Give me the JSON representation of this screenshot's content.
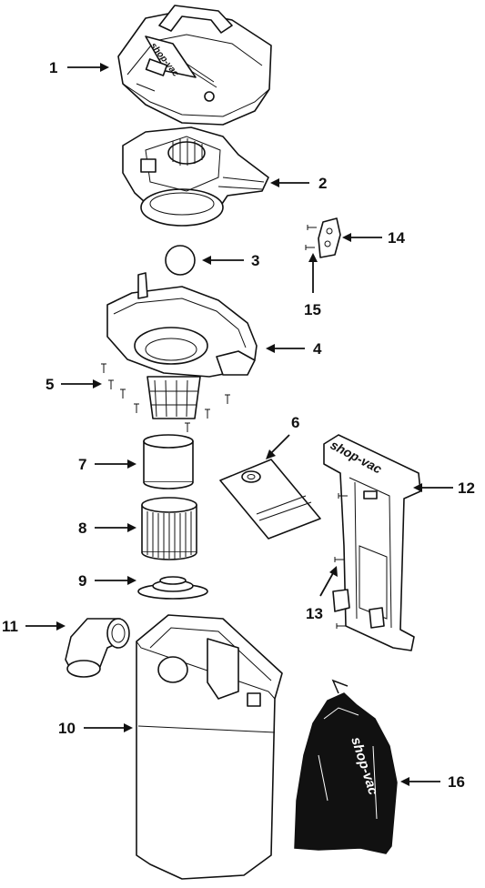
{
  "callouts": [
    "1",
    "2",
    "3",
    "4",
    "5",
    "6",
    "7",
    "8",
    "9",
    "10",
    "11",
    "12",
    "13",
    "14",
    "15",
    "16"
  ],
  "branding": {
    "lid_logo": "shop-vac",
    "dolly_logo": "shop-vac",
    "bag_logo": "shop-vac"
  },
  "colors": {
    "line": "#111111",
    "fill": "#ffffff",
    "bag": "#111111"
  }
}
